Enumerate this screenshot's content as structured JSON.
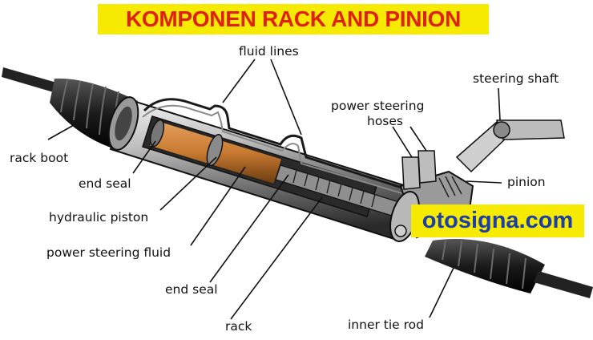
{
  "title": "KOMPONEN RACK AND PINION",
  "watermark": "otosigna.com",
  "colors": {
    "title_background": "#f5ea00",
    "title_text": "#e02010",
    "watermark_text": "#1b3ea8",
    "fluid": "#c87a30"
  },
  "labels": {
    "fluid_lines": "fluid lines",
    "steering_shaft": "steering shaft",
    "power_steering_hoses_line1": "power steering",
    "power_steering_hoses_line2": "hoses",
    "pinion": "pinion",
    "rack_boot": "rack boot",
    "end_seal_left": "end seal",
    "hydraulic_piston": "hydraulic piston",
    "power_steering_fluid": "power steering fluid",
    "end_seal_right": "end seal",
    "rack": "rack",
    "inner_tie_rod": "inner tie rod"
  }
}
